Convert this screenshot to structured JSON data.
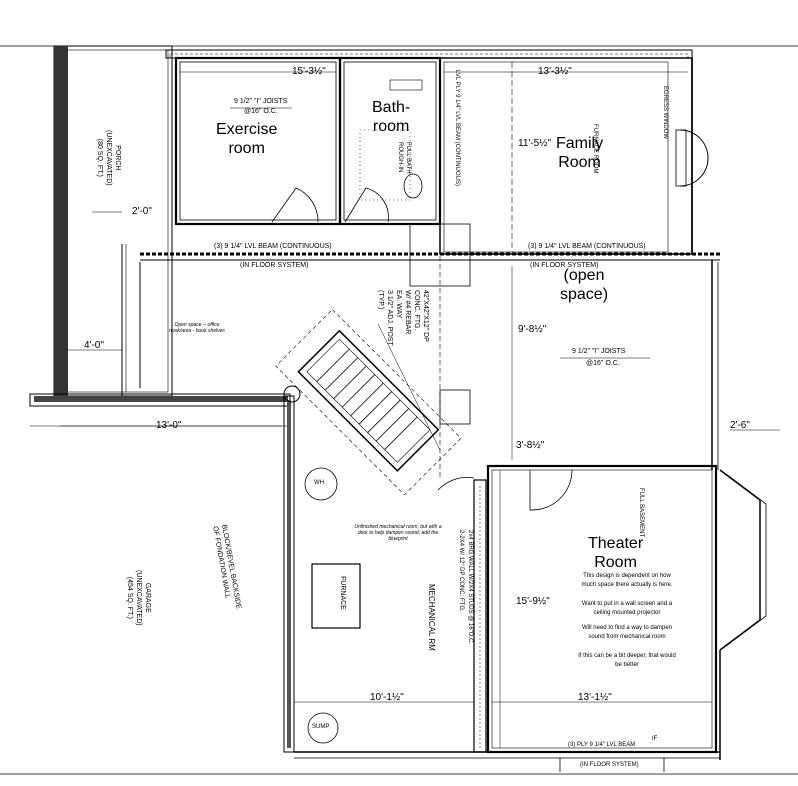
{
  "rooms": {
    "exercise": "Exercise\nroom",
    "bathroom": "Bath-\nroom",
    "family": "Family\nRoom",
    "open_space": "(open\nspace)",
    "theater": "Theater\nRoom",
    "porch": "PORCH\n(UNEXCAVATED)\n(80 SQ. FT.)",
    "garage": "GARAGE\n(UNEXCAVATED)\n(454 SQ. FT.)",
    "mechanical": "MECHANICAL RM",
    "furnace": "FURNACE",
    "wh": "WH",
    "sump": "SUMP"
  },
  "dimensions": {
    "d1": "15'-3½\"",
    "d2": "13'-3½\"",
    "d3": "2'-0\"",
    "d4": "4'-0\"",
    "d5": "13'-0\"",
    "d6": "11'-5½\"",
    "d7": "9'-8½\"",
    "d8": "3'-8½\"",
    "d9": "2'-6\"",
    "d10": "10'-1½\"",
    "d11": "15'-9½\"",
    "d12": "13'-1½\""
  },
  "structural": {
    "joists_left": "9 1/2\" \"I\" JOISTS",
    "joists_left_oc": "@16\" O.C.",
    "joists_right": "9 1/2\" \"I\" JOISTS",
    "joists_right_oc": "@16\" O.C.",
    "beam_left": "(3) 9 1/4\" LVL BEAM (CONTINUOUS)",
    "beam_left_sub": "(IN FLOOR SYSTEM)",
    "beam_right": "(3) 9 1/4\" LVL BEAM (CONTINUOUS)",
    "beam_right_sub": "(IN FLOOR SYSTEM)",
    "ftg": "42\"X42\"X12\" DP\nCONC. FTG.\nW/ #4 REBAR\nEA. WAY\n3 1/2\" ADJ. POST\n(TYP.)",
    "block_wall": "BLOCK/BEVEL BACKSIDE\nOF FONDATION WALL",
    "studs": "2x4 BRG WALL W/2X4 STUDS @ 16\"O.C.\n2-2X4 W/ 12\" DP CONC. FTG.",
    "egress": "EGRESS WINDOW",
    "full_bath": "FULL BATH\nROUGH-IN",
    "furn_room": "FURNACE ROOM",
    "full_bsmt": "FULL BASEMENT",
    "bottom_beam": "(3) PLY 9 1/4\" LVL BEAM",
    "bottom_beam_sub": "(IN FLOOR SYSTEM)",
    "lvl_top": "LVL PLY 9 1/4\" LVL BEAM (CONTINUOUS)",
    "if_mark": "IF"
  },
  "notes": {
    "open_space_note": "Open space -- office nook/area - book shelves",
    "mech_note": "Unfinished mechanical room, but with a door to help dampen sound, add the blueprint",
    "theater_note1": "This design is dependent on how much space there actually is here.",
    "theater_note2": "Want to put in a wall screen and a ceiling mounted projector",
    "theater_note3": "Will need to find a way to dampen sound from mechanical room",
    "theater_note4": "If this can be a bit deeper, that would be better"
  }
}
